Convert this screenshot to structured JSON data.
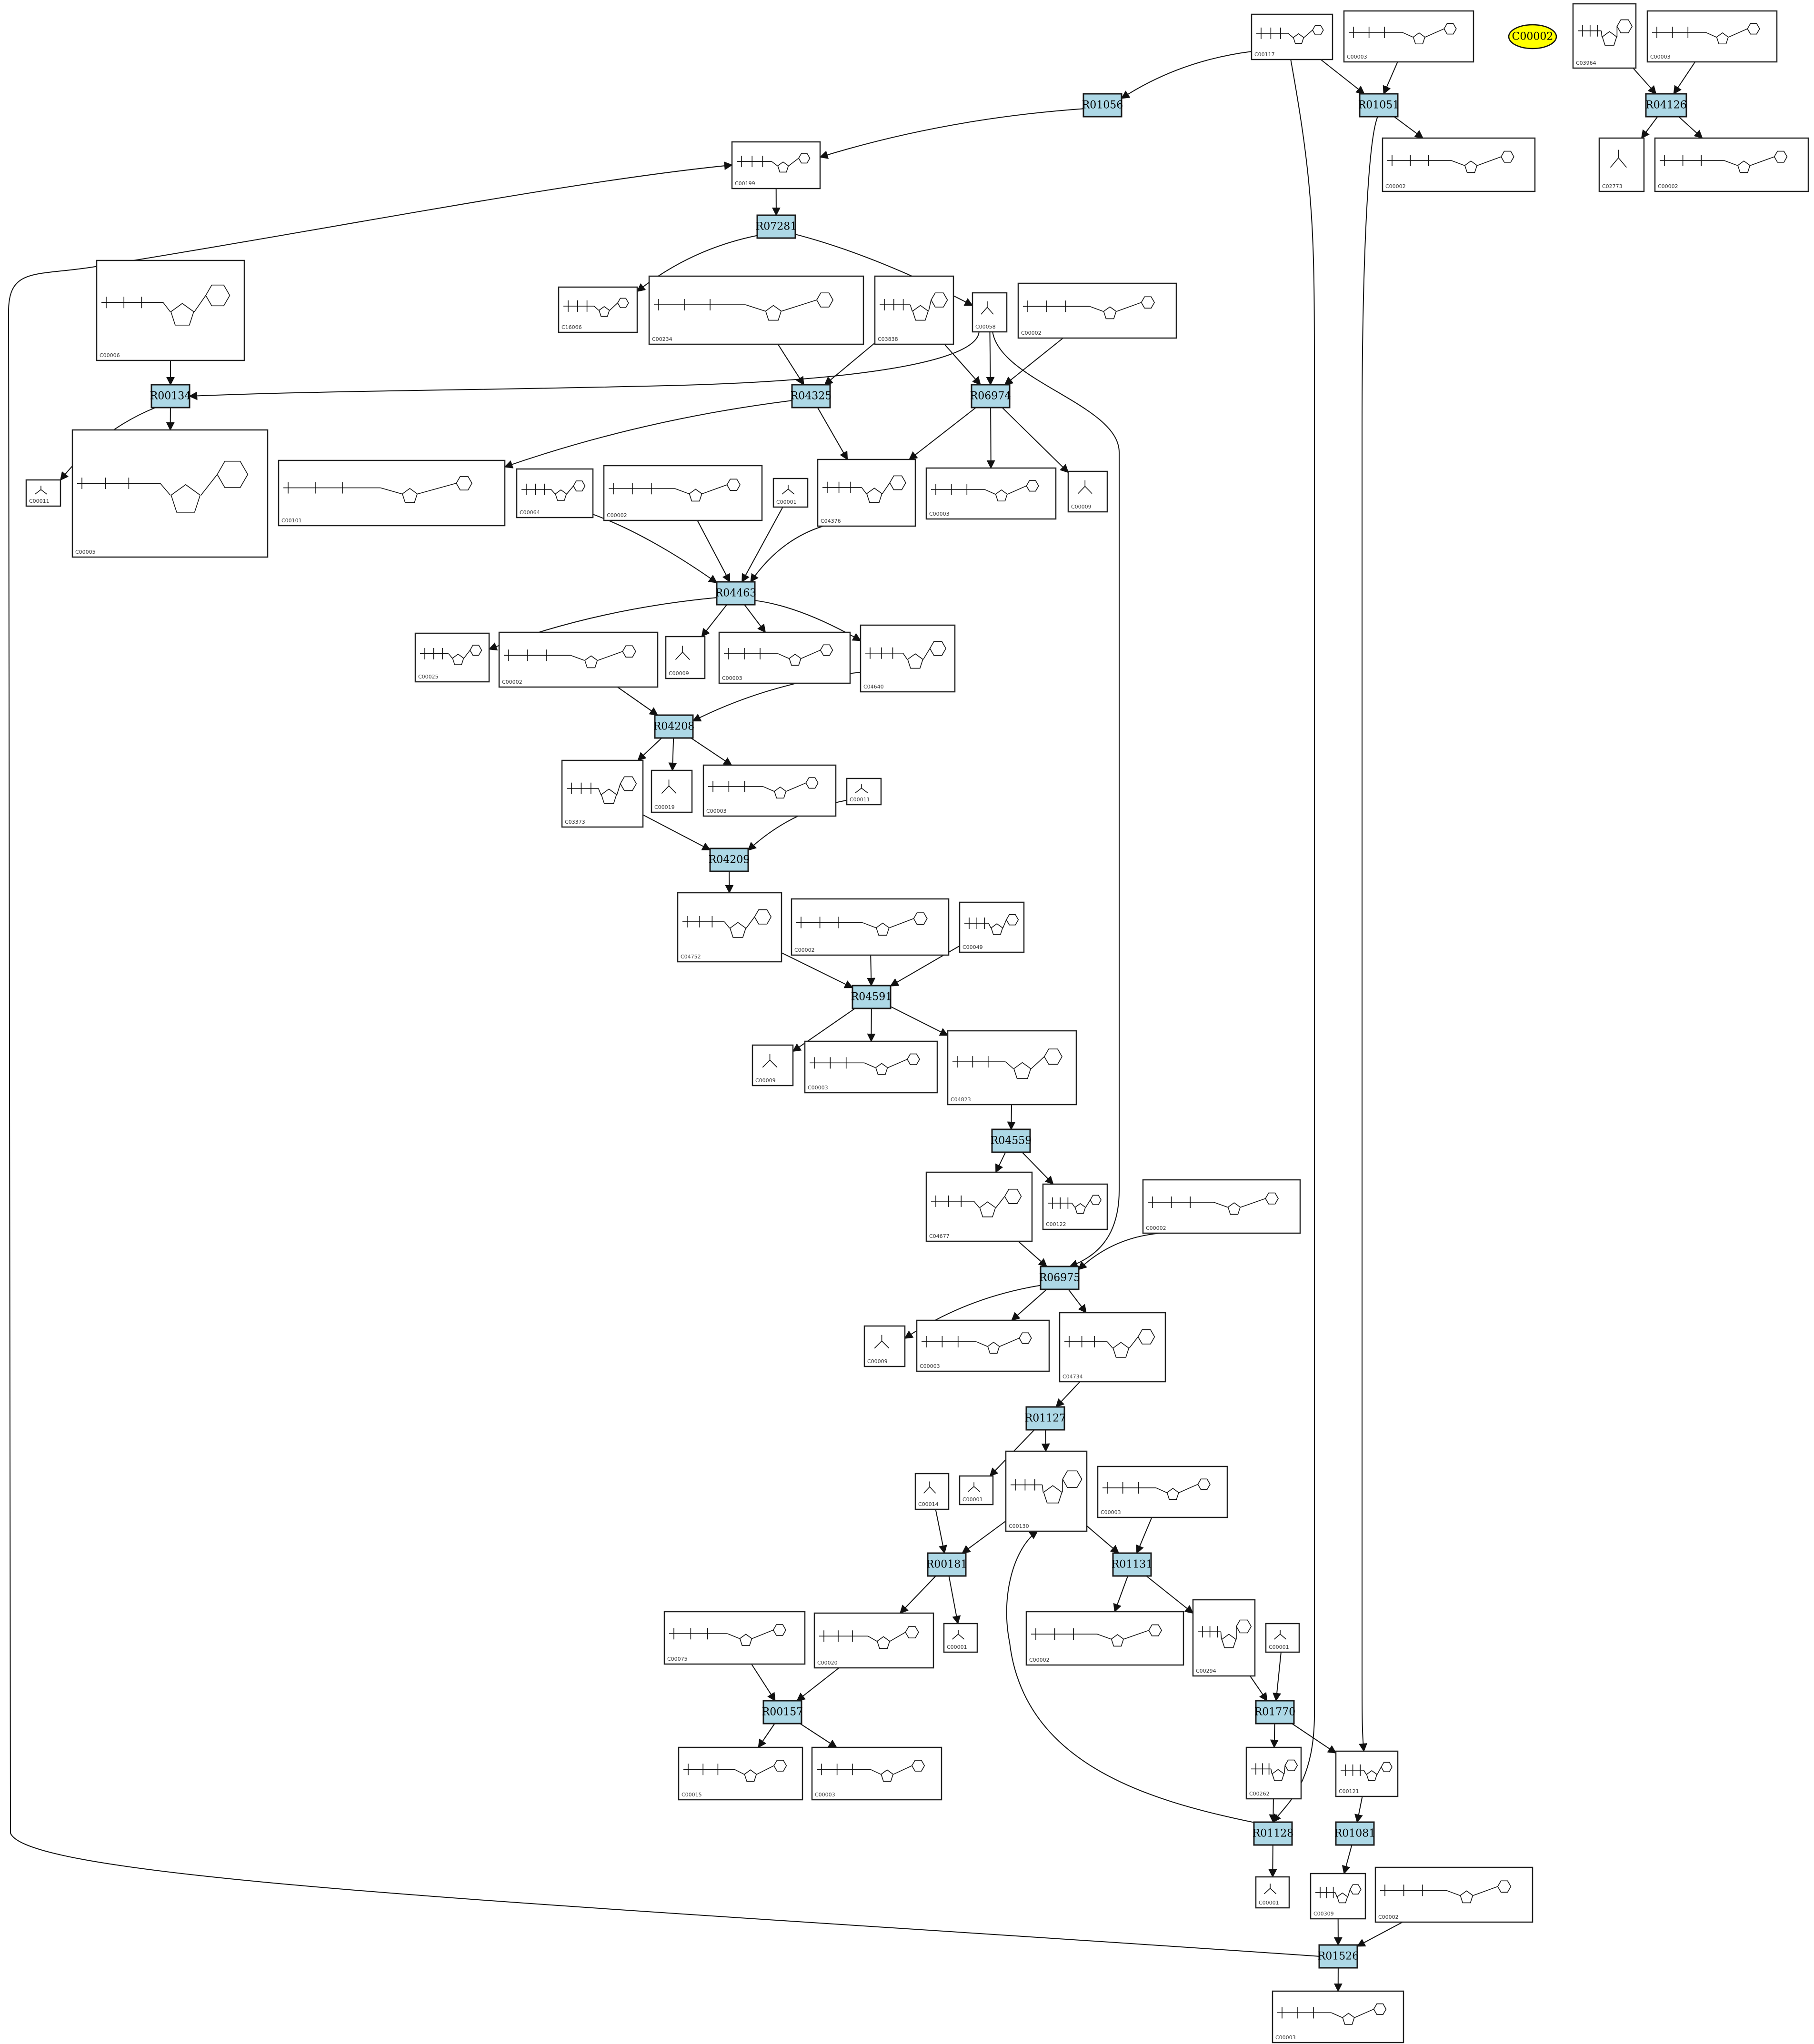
{
  "diagram_data": {
    "type": "metabolic-pathway",
    "highlight": {
      "label": "C00002",
      "color": "#ffff00"
    },
    "reaction_color": "#add8e6",
    "reactions": [
      "R01056",
      "R01051",
      "R04126",
      "R07281",
      "R00134",
      "R04325",
      "R06974",
      "R04463",
      "R04208",
      "R04209",
      "R04591",
      "R04559",
      "R06975",
      "R01127",
      "R00181",
      "R01131",
      "R01770",
      "R00157",
      "R01128",
      "R01081",
      "R01526"
    ],
    "compounds": [
      "C00117",
      "C00003_top",
      "C00002_hl",
      "C03964",
      "C00003_top2",
      "C00199",
      "C00002_a",
      "C02773",
      "C00002_b",
      "C16066",
      "C00234",
      "C03838",
      "C00058",
      "C00002_c",
      "C00006",
      "C00011_a",
      "C00005",
      "C00101",
      "C00064",
      "C00002_d",
      "C00001_a",
      "C04376",
      "C00003_a",
      "C00009_a",
      "C00025",
      "C00002_e",
      "C00009_b",
      "C00003_b",
      "C04640",
      "C03373",
      "C00019",
      "C00003_c",
      "C00011_b",
      "C04752",
      "C00002_f",
      "C00049",
      "C00009_c",
      "C00003_d",
      "C04823",
      "C04677",
      "C00122",
      "C00002_g",
      "C00009_d",
      "C00003_e",
      "C04734",
      "C00014",
      "C00001_b",
      "C00130",
      "C00003_f",
      "C00001_c",
      "C00075",
      "C00020",
      "C00002_h",
      "C00294",
      "C00001_d",
      "C00015",
      "C00003_g",
      "C00262",
      "C00121",
      "C00001_e",
      "C00309",
      "C00002_i",
      "C00003_h"
    ],
    "compound_labels": {
      "C00117": "C00117",
      "C00003_top": "C00003",
      "C03964": "C03964",
      "C00003_top2": "C00003",
      "C00199": "C00199",
      "C00002_a": "C00002",
      "C02773": "C02773",
      "C00002_b": "C00002",
      "C16066": "C16066",
      "C00234": "C00234",
      "C03838": "C03838",
      "C00058": "C00058",
      "C00002_c": "C00002",
      "C00006": "C00006",
      "C00011_a": "C00011",
      "C00005": "C00005",
      "C00101": "C00101",
      "C00064": "C00064",
      "C00002_d": "C00002",
      "C00001_a": "C00001",
      "C04376": "C04376",
      "C00003_a": "C00003",
      "C00009_a": "C00009",
      "C00025": "C00025",
      "C00002_e": "C00002",
      "C00009_b": "C00009",
      "C00003_b": "C00003",
      "C04640": "C04640",
      "C03373": "C03373",
      "C00019": "C00019",
      "C00003_c": "C00003",
      "C00011_b": "C00011",
      "C04752": "C04752",
      "C00002_f": "C00002",
      "C00049": "C00049",
      "C00009_c": "C00009",
      "C00003_d": "C00003",
      "C04823": "C04823",
      "C04677": "C04677",
      "C00122": "C00122",
      "C00002_g": "C00002",
      "C00009_d": "C00009",
      "C00003_e": "C00003",
      "C04734": "C04734",
      "C00014": "C00014",
      "C00001_b": "C00001",
      "C00130": "C00130",
      "C00003_f": "C00003",
      "C00001_c": "C00001",
      "C00075": "C00075",
      "C00020": "C00020",
      "C00002_h": "C00002",
      "C00294": "C00294",
      "C00001_d": "C00001",
      "C00015": "C00015",
      "C00003_g": "C00003",
      "C00262": "C00262",
      "C00121": "C00121",
      "C00001_e": "C00001",
      "C00309": "C00309",
      "C00002_i": "C00002",
      "C00003_h": "C00003"
    }
  }
}
